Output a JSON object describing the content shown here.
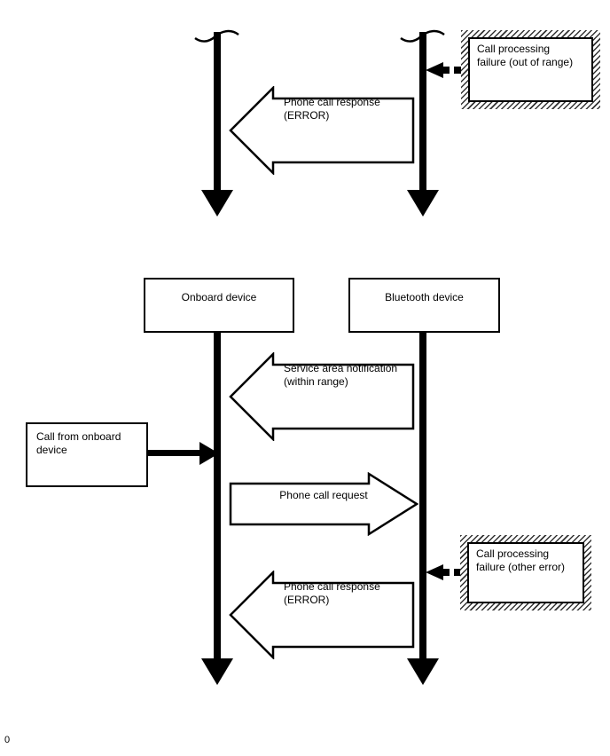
{
  "page": {
    "corner_label": "0"
  },
  "palette": {
    "ink": "#000000",
    "paper": "#ffffff",
    "hatch_stripe": "#333333"
  },
  "top_sequence": {
    "out_of_range_box": "Call processing\nfailure (out of range)",
    "response_arrow": "Phone call response\n(ERROR)"
  },
  "main_sequence": {
    "onboard_device": "Onboard device",
    "bluetooth_device": "Bluetooth device",
    "service_area_arrow": "Service area notification\n(within range)",
    "call_from_box": "Call from onboard\ndevice",
    "request_arrow": "Phone call request",
    "other_error_box": "Call processing\nfailure (other error)",
    "response_arrow": "Phone call response\n(ERROR)"
  }
}
